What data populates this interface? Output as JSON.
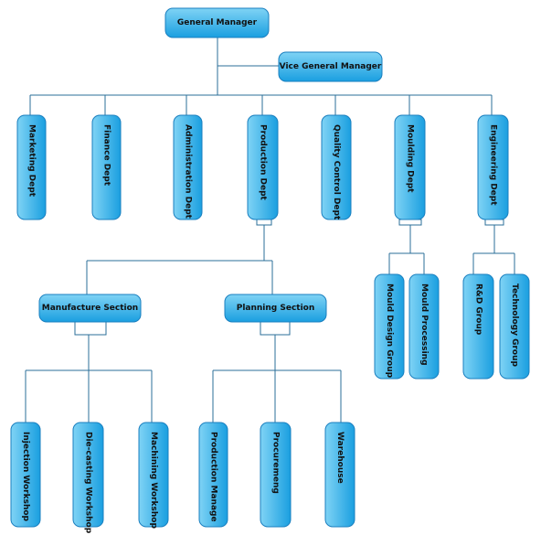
{
  "colors": {
    "box_top": "#7fd3f5",
    "box_bottom": "#1a9fe0",
    "box_border": "#1a7fbf",
    "line": "#2b6f98"
  },
  "nodes": {
    "general_manager": "General Manager",
    "vice_general_manager": "Vice General Manager",
    "marketing": "Marketing Dept",
    "finance": "Finance Dept",
    "administration": "Administration Dept",
    "production": "Production Dept",
    "quality_control": "Quality Control Dept",
    "moulding": "Moulding Dept",
    "engineering": "Engineering Dept",
    "manufacture_section": "Manufacture Section",
    "planning_section": "Planning Section",
    "injection_workshop": "Injection Workshop",
    "die_casting_workshop": "Die-casting Workshop",
    "machining_workshop": "Machining Workshop",
    "production_manage": "Production Manage",
    "procurement": "Procuremeng",
    "warehouse": "Warehouse",
    "mould_design_group": "Mould Design Group",
    "mould_processing": "Mould Processing",
    "rd_group": "R&D Group",
    "technology_group": "Technology Group"
  }
}
